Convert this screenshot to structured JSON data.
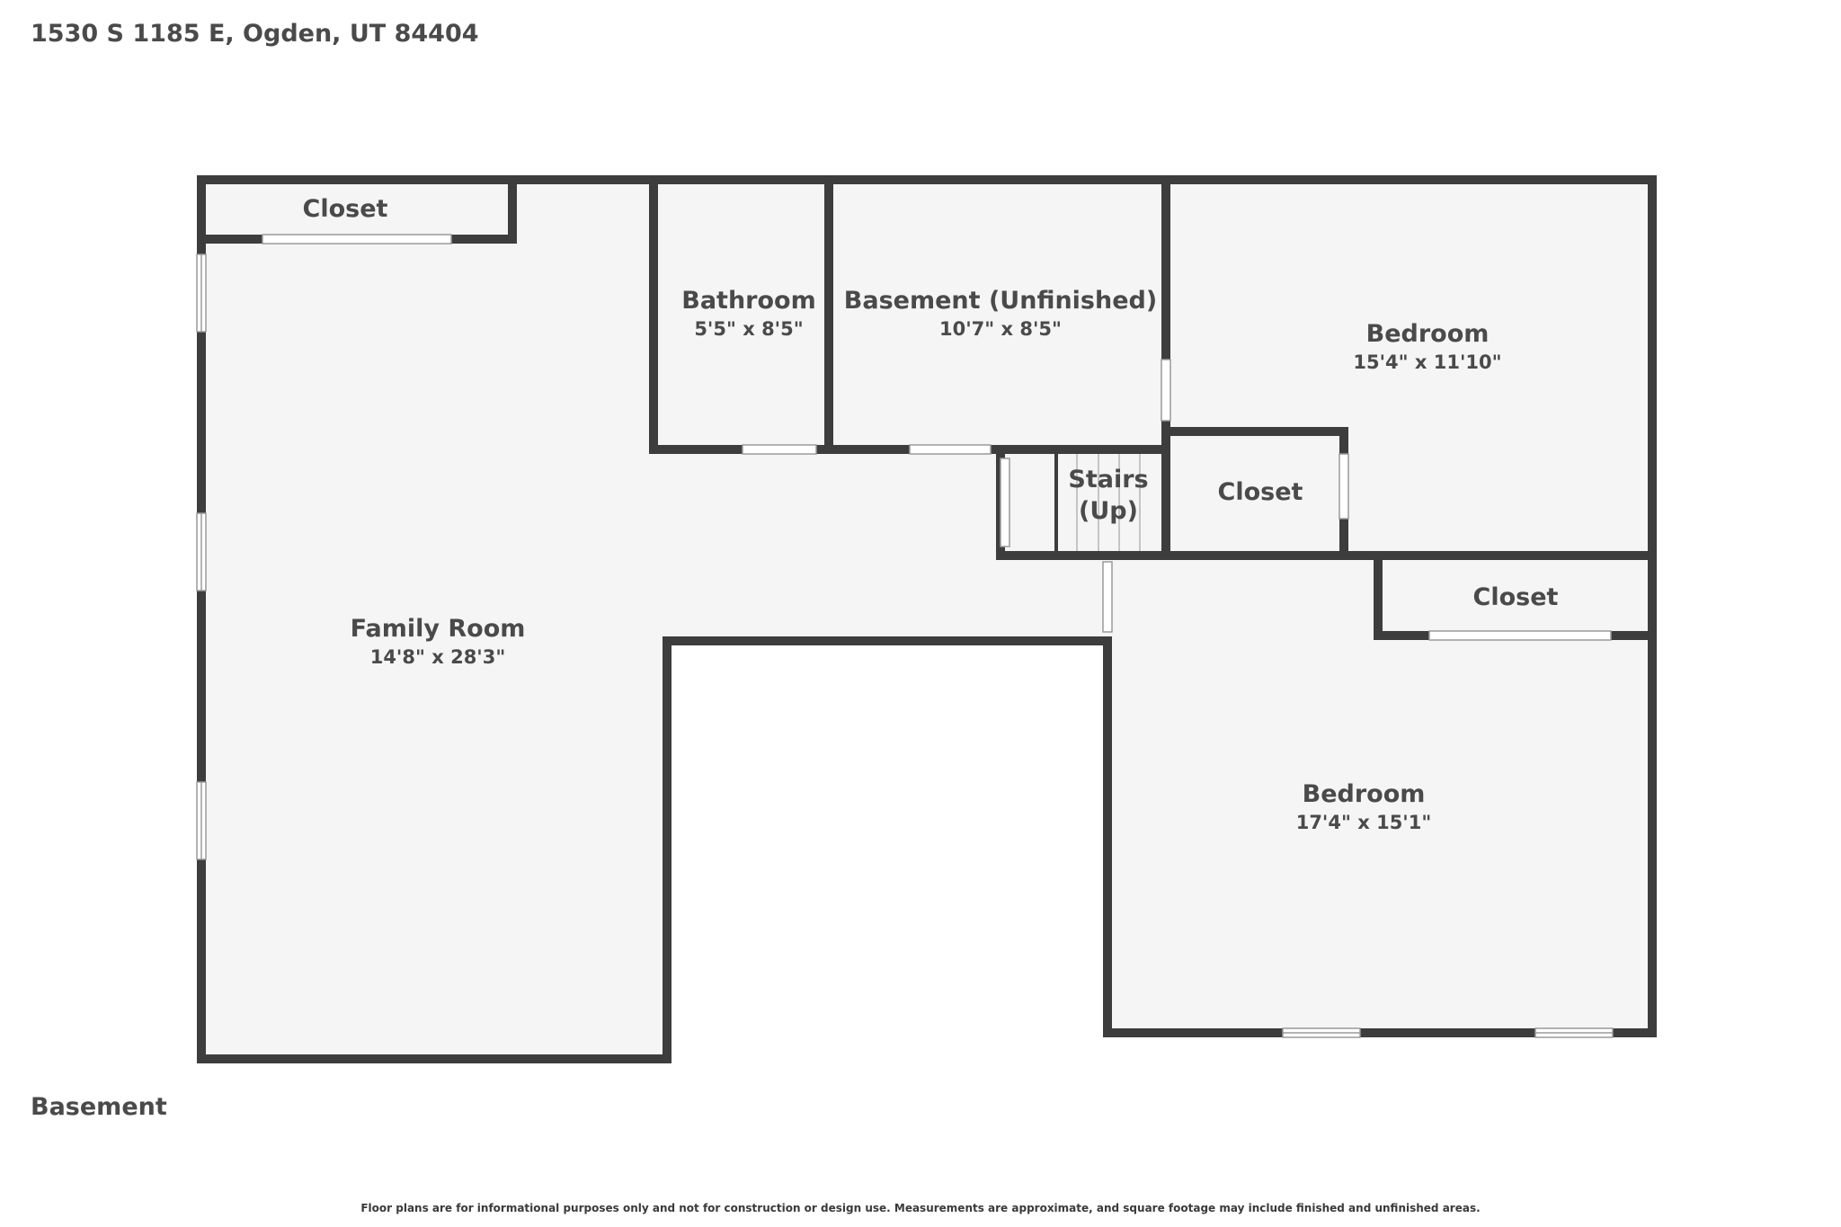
{
  "header": {
    "address": "1530 S 1185 E, Ogden, UT 84404"
  },
  "floor": {
    "name": "Basement"
  },
  "footer": {
    "disclaimer": "Floor plans are for informational purposes only and not for construction or design use. Measurements are approximate, and square footage may include finished and unfinished areas."
  },
  "rooms": {
    "closet_nw": {
      "name": "Closet"
    },
    "family_room": {
      "name": "Family Room",
      "dims": "14'8\" x 28'3\""
    },
    "bathroom": {
      "name": "Bathroom",
      "dims": "5'5\" x 8'5\""
    },
    "basement_unfinished": {
      "name": "Basement (Unfinished)",
      "dims": "10'7\" x 8'5\""
    },
    "bedroom_ne": {
      "name": "Bedroom",
      "dims": "15'4\" x 11'10\""
    },
    "stairs": {
      "name_line1": "Stairs",
      "name_line2": "(Up)"
    },
    "closet_mid": {
      "name": "Closet"
    },
    "closet_se": {
      "name": "Closet"
    },
    "bedroom_se": {
      "name": "Bedroom",
      "dims": "17'4\" x 15'1\""
    }
  },
  "colors": {
    "wall": "#3d3d3d",
    "floor": "#f5f5f5",
    "text": "#4a4a4a"
  }
}
